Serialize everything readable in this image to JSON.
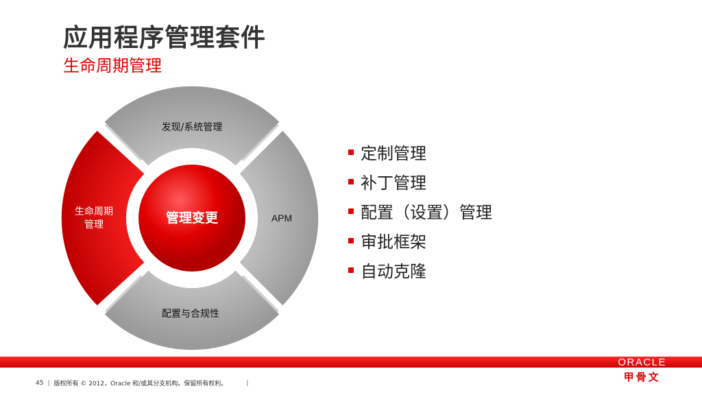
{
  "slide": {
    "title": "应用程序管理套件",
    "subtitle": "生命周期管理"
  },
  "wheel": {
    "center_label": "管理变更",
    "segments": {
      "top": "发现/系统管理",
      "right": "APM",
      "bottom": "配置与合规性",
      "left_line1": "生命周期",
      "left_line2": "管理"
    },
    "colors": {
      "active": "#d40000",
      "inactive": "#a6a6a6",
      "center": "#d80000"
    }
  },
  "bullets": [
    "定制管理",
    "补丁管理",
    "配置（设置）管理",
    "审批框架",
    "自动克隆"
  ],
  "footer": {
    "page_number": "45",
    "copyright": "版权所有 © 2012，Oracle 和/或其分支机构。保留所有权利。"
  },
  "logo": {
    "brand": "ORACLE",
    "chinese": "甲骨文"
  },
  "colors": {
    "brand_red": "#e00000",
    "title_gray": "#333333"
  }
}
